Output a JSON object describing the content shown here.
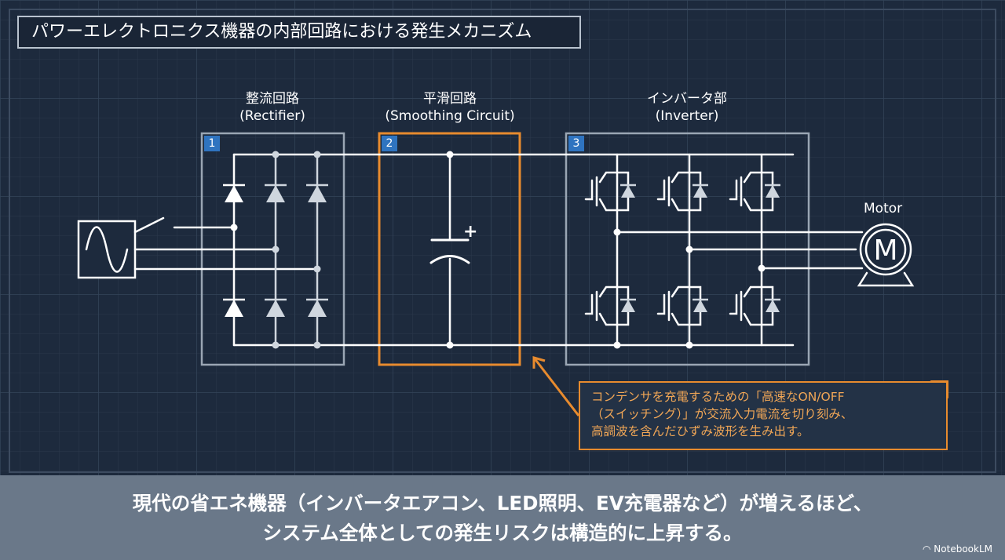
{
  "title": "パワーエレクトロニクス機器の内部回路における発生メカニズム",
  "blocks": [
    {
      "number": "1",
      "name_ja": "整流回路",
      "name_en": "(Rectifier)"
    },
    {
      "number": "2",
      "name_ja": "平滑回路",
      "name_en": "(Smoothing Circuit)"
    },
    {
      "number": "3",
      "name_ja": "インバータ部",
      "name_en": "(Inverter)"
    }
  ],
  "motor": {
    "label": "Motor",
    "symbol": "M"
  },
  "capacitor_polarity": "+",
  "callout": {
    "lines": [
      "コンデンサを充電するための「高速なON/OFF",
      "（スイッチング）」が交流入力電流を切り刻み、",
      "高調波を含んだひずみ波形を生み出す。"
    ]
  },
  "caption": {
    "line1": "現代の省エネ機器（インバータエアコン、LED照明、EV充電器など）が増えるほど、",
    "line2": "システム全体としての発生リスクは構造的に上昇する。"
  },
  "brand": "NotebookLM",
  "colors": {
    "background": "#1d2a3d",
    "grid": "#2f3d52",
    "box_border": "#9aa6b4",
    "wire": "#ffffff",
    "accent_orange": "#e88b2e",
    "badge_blue": "#2f74c0",
    "caption_band": "#6a7889"
  },
  "icons": [
    "ac-source-icon",
    "switch-icon",
    "diode-icon",
    "capacitor-icon",
    "igbt-icon",
    "motor-icon",
    "notebooklm-logo-icon"
  ]
}
